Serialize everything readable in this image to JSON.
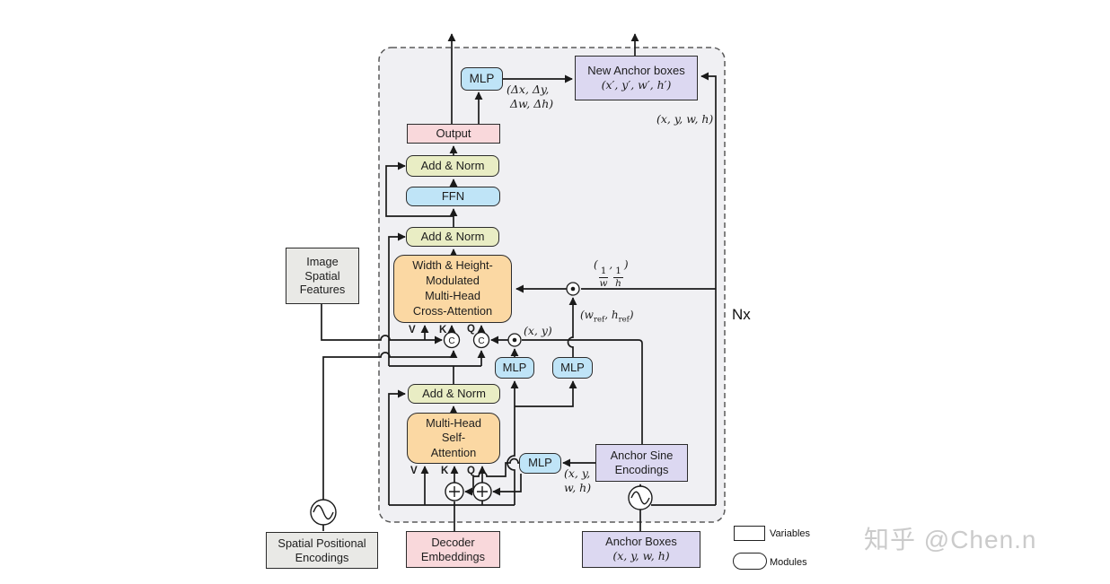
{
  "colors": {
    "module_blue": "#bfe4f7",
    "module_green": "#e9edc4",
    "module_orange": "#fbd8a3",
    "var_pink": "#f9d8db",
    "var_lavender": "#dcd8f1",
    "var_gray": "#e9e9e6",
    "container_fill": "#f0f0f3",
    "line": "#1a1a1a",
    "watermark_gray": "#cbcbcb"
  },
  "labels": {
    "mlp": "MLP",
    "add_norm": "Add & Norm",
    "ffn": "FFN",
    "output": "Output",
    "cross_attn": [
      "Width & Height-",
      "Modulated",
      "Multi-Head",
      "Cross-Attention"
    ],
    "self_attn": [
      "Multi-Head",
      "Self-",
      "Attention"
    ],
    "new_anchor": [
      "New Anchor boxes",
      "(x′, y′, w′, h′)"
    ],
    "image_spatial": [
      "Image",
      "Spatial",
      "Features"
    ],
    "spatial_pos": [
      "Spatial Positional",
      "Encodings"
    ],
    "decoder_emb": [
      "Decoder",
      "Embeddings"
    ],
    "anchor_boxes": [
      "Anchor Boxes",
      "(x, y, w, h)"
    ],
    "anchor_sine": [
      "Anchor Sine",
      "Encodings"
    ],
    "delta": [
      "(Δx, Δy,",
      "Δw, Δh)"
    ],
    "xywh_feedback": "(x, y, w, h)",
    "frac": {
      "open": "(",
      "num1": "1",
      "den1": "w",
      "sep": ",",
      "num2": "1",
      "den2": "h",
      "close": ")"
    },
    "wref": {
      "p1": "(w",
      "s1": "ref",
      "p2": ", h",
      "s2": "ref",
      "p3": ")"
    },
    "xy": "(x, y)",
    "xywh_mlp": [
      "(x, y,",
      "w, h)"
    ],
    "nx": "Nx",
    "v": "V",
    "k": "K",
    "q": "Q",
    "c": "C",
    "legend": {
      "variables": "Variables",
      "modules": "Modules"
    },
    "watermark": "知乎 @Chen.n"
  }
}
